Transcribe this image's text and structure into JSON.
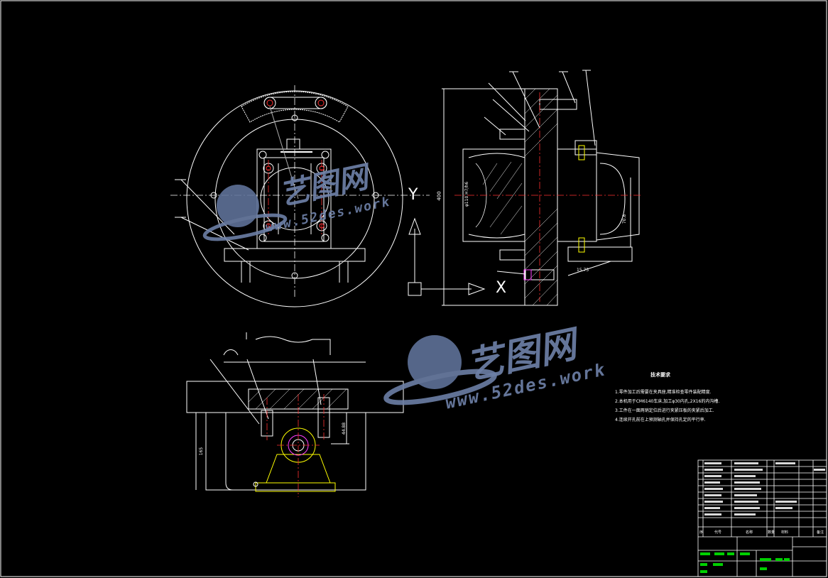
{
  "drawing": {
    "border_color": "#ffffff",
    "line_color": "#ffffff",
    "accent_colors": {
      "center_lines": "#ff3030",
      "highlight": "#ffff00",
      "magenta": "#ff40ff",
      "green": "#00ff00",
      "watermark": "#6d7fa6"
    }
  },
  "watermark": {
    "cn_text": "艺图网",
    "url_text": "www.52des.work",
    "icon": "sphere-logo-icon"
  },
  "technical_requirements": {
    "title": "技术要求",
    "items": [
      "1.零件加工后需要在夹具座,精准检查零件装配精度.",
      "2.本机用于CM6140车床,加工φ30内孔,2X16的内沟槽.",
      "3.工件在一面两销定位后进行夹紧压板的夹紧后加工.",
      "4.连续开孔前在上预测轴孔并保持孔定的平行率."
    ]
  },
  "dimensions": {
    "overall_height": "400",
    "side_label": "φ110 H7/h6",
    "small_dim": "70.8",
    "bottom_dim": "15.75",
    "front_height": "165",
    "front_small": "44.88"
  },
  "axis_labels": {
    "y": "Y",
    "x": "X"
  },
  "title_block": {
    "header_labels": [
      "序",
      "代号",
      "名称",
      "数量",
      "材料",
      "备注"
    ],
    "part_rows": 9
  }
}
